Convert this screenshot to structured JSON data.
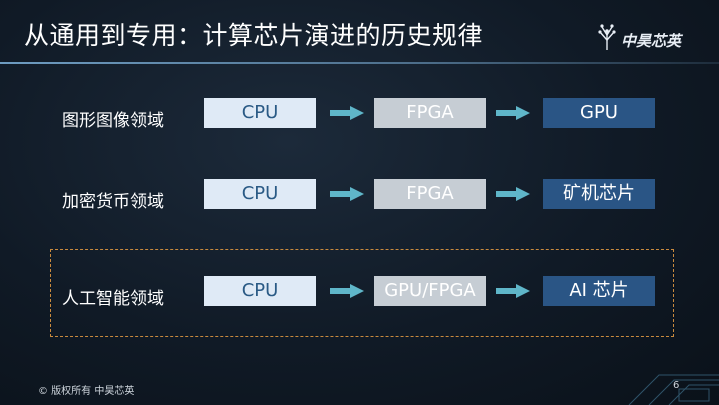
{
  "slide": {
    "title": "从通用到专用：计算芯片演进的历史规律",
    "logo_text": "中昊芯英",
    "copyright": "© 版权所有 中昊芯英",
    "page_number": "6"
  },
  "rows": [
    {
      "label": "图形图像领域",
      "stages": [
        "CPU",
        "FPGA",
        "GPU"
      ]
    },
    {
      "label": "加密货币领域",
      "stages": [
        "CPU",
        "FPGA",
        "矿机芯片"
      ]
    },
    {
      "label": "人工智能领域",
      "stages": [
        "CPU",
        "GPU/FPGA",
        "AI 芯片"
      ]
    }
  ],
  "colors": {
    "background": "#101a26",
    "box_light": "#dfeaf6",
    "box_gray": "#c6cdd4",
    "box_dark": "#2a5585",
    "arrow": "#5fb6c9",
    "dashed_border": "#c98a3e"
  }
}
